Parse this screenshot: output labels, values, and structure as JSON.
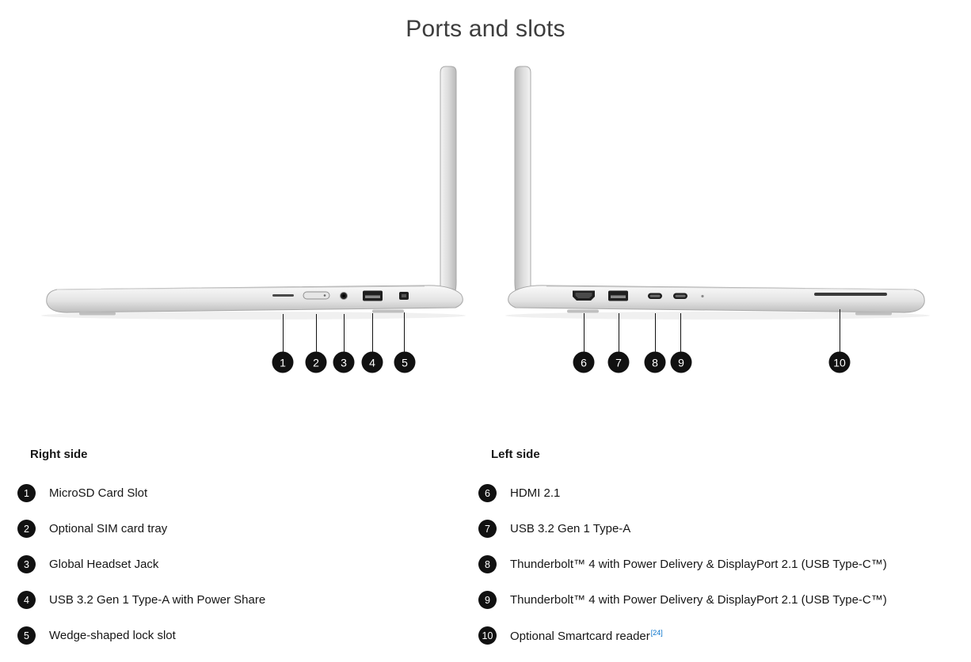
{
  "page": {
    "title": "Ports and slots"
  },
  "diagram": {
    "right_view": {
      "name": "laptop right side view",
      "callouts": [
        {
          "num": "1"
        },
        {
          "num": "2"
        },
        {
          "num": "3"
        },
        {
          "num": "4"
        },
        {
          "num": "5"
        }
      ]
    },
    "left_view": {
      "name": "laptop left side view",
      "callouts": [
        {
          "num": "6"
        },
        {
          "num": "7"
        },
        {
          "num": "8"
        },
        {
          "num": "9"
        },
        {
          "num": "10"
        }
      ]
    }
  },
  "legend_right": {
    "heading": "Right side",
    "items": [
      {
        "num": "1",
        "label": "MicroSD Card Slot"
      },
      {
        "num": "2",
        "label": "Optional SIM card tray"
      },
      {
        "num": "3",
        "label": "Global Headset Jack"
      },
      {
        "num": "4",
        "label": "USB 3.2 Gen 1 Type-A with Power Share"
      },
      {
        "num": "5",
        "label": "Wedge-shaped lock slot"
      }
    ]
  },
  "legend_left": {
    "heading": "Left side",
    "items": [
      {
        "num": "6",
        "label": "HDMI 2.1"
      },
      {
        "num": "7",
        "label": "USB 3.2 Gen 1 Type-A"
      },
      {
        "num": "8",
        "label": "Thunderbolt™ 4 with Power Delivery & DisplayPort 2.1 (USB Type-C™)"
      },
      {
        "num": "9",
        "label": "Thunderbolt™ 4 with Power Delivery & DisplayPort 2.1 (USB Type-C™)"
      },
      {
        "num": "10",
        "label": "Optional Smartcard reader",
        "sup": "[24]"
      }
    ]
  },
  "colors": {
    "badge": "#111111",
    "link_blue": "#0672cb",
    "text": "#161616",
    "title": "#3d3d3d"
  }
}
